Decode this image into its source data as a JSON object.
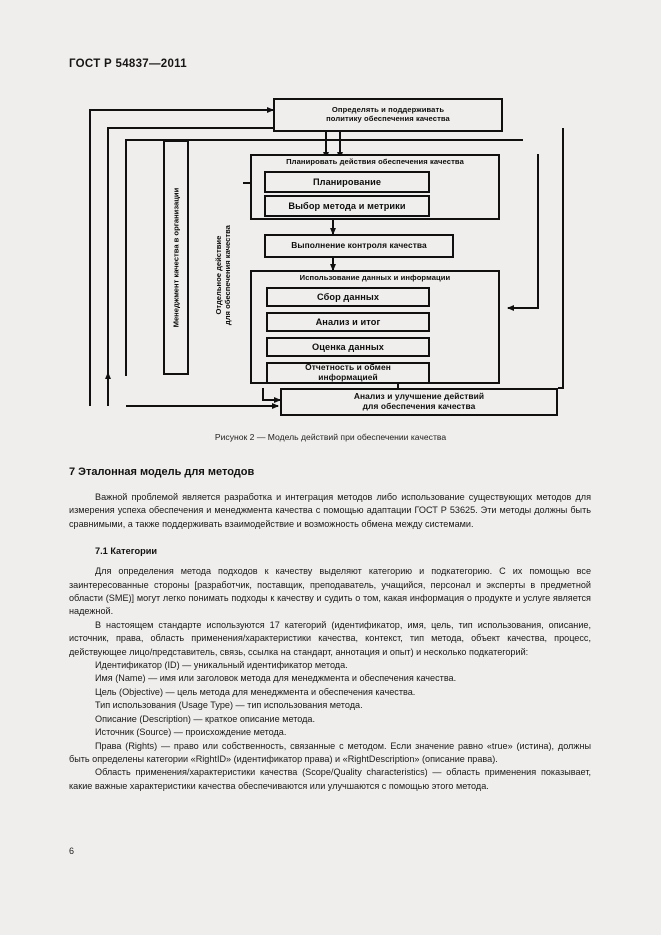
{
  "header": {
    "standard_number": "ГОСТ Р 54837—2011"
  },
  "figure": {
    "caption": "Рисунок 2 — Модель действий при обеспечении качества",
    "vertical_labels": [
      "Менеджмент качества в организации",
      "Отдельное действие\nдля обеспечения качества"
    ],
    "v1_line1": "Менеджмент качества в организации",
    "v2_line1": "Отдельное действие",
    "v2_line2": "для обеспечения качества",
    "nodes": {
      "policy_line1": "Определять и поддерживать",
      "policy_line2": "политику обеспечения качества",
      "plan_group": "Планировать действия обеспечения качества",
      "planning": "Планирование",
      "method_metric": "Выбор метода и метрики",
      "quality_control": "Выполнение контроля качества",
      "data_group": "Использование данных и информации",
      "data_collection": "Сбор данных",
      "analysis_result": "Анализ и итог",
      "data_evaluation": "Оценка данных",
      "reporting_line1": "Отчетность и обмен",
      "reporting_line2": "информацией",
      "improve_line1": "Анализ и улучшение действий",
      "improve_line2": "для обеспечения качества"
    }
  },
  "section": {
    "number_title": "7 Эталонная модель для методов",
    "intro_paragraph": "Важной проблемой является разработка и интеграция методов либо использование существующих методов для измерения успеха обеспечения и менеджмента качества с помощью адаптации ГОСТ Р 53625. Эти методы должны быть сравнимыми, а также поддерживать взаимодействие и возможность обмена между системами.",
    "subsection_title": "7.1 Категории",
    "para_1": "Для определения метода подходов к качеству выделяют категорию и подкатегорию. С их помощью все заинтересованные стороны [разработчик, поставщик, преподаватель, учащийся, персонал и эксперты в предметной области (SME)] могут легко понимать подходы к качеству и судить о том, какая информация о продукте и услуге является надежной.",
    "para_2": "В настоящем стандарте используются 17 категорий (идентификатор, имя, цель, тип использования, описание, источник, права, область применения/характеристики качества, контекст, тип метода, объект качества, процесс, действующее лицо/представитель, связь, ссылка на стандарт, аннотация и опыт) и несколько подкатегорий:",
    "definitions": [
      "Идентификатор (ID) — уникальный идентификатор метода.",
      "Имя (Name) — имя или заголовок метода для менеджмента и обеспечения качества.",
      "Цель (Objective) — цель метода для менеджмента и обеспечения качества.",
      "Тип использования (Usage Type) — тип использования метода.",
      "Описание (Description) — краткое описание метода.",
      "Источник (Source) — происхождение метода.",
      "Права (Rights) — право или собственность, связанные с методом. Если значение равно «true» (истина), должны быть определены категории «RightID» (идентификатор права) и «RightDescription» (описание права).",
      "Область применения/характеристики качества (Scope/Quality characteristics) — область применения показывает, какие важные характеристики качества обеспечиваются или улучшаются с помощью этого метода."
    ]
  },
  "footer": {
    "page_number": "6"
  }
}
